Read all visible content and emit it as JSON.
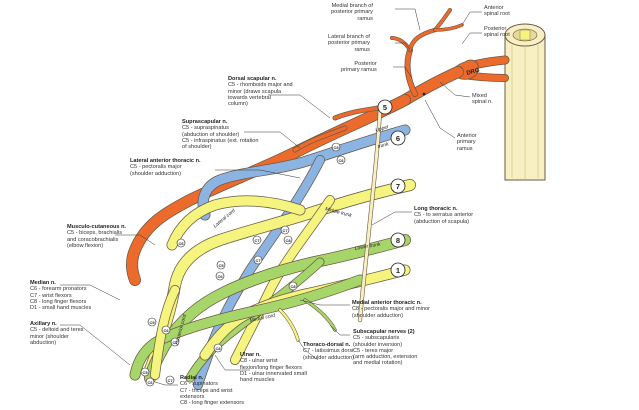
{
  "colors": {
    "orange": "#ec6a2c",
    "blue": "#8cb4e3",
    "yellow": "#f4f47e",
    "green": "#a6d66a",
    "cream": "#f8f0c3",
    "outline": "#6b5a45"
  },
  "trunks": {
    "upper": "Upper",
    "middle": "Middle trunk",
    "lower": "Lower trunk",
    "trunk": "trunk"
  },
  "cords": {
    "lateral": "Lateral cord",
    "medial": "Medial cord",
    "posterior": "Posterior cord"
  },
  "roots": [
    "5",
    "6",
    "7",
    "8",
    "1"
  ],
  "segments": [
    "C5",
    "C6",
    "C7",
    "C8",
    "C6",
    "C7",
    "C5",
    "C6",
    "C7",
    "C8",
    "C5",
    "C6",
    "C7",
    "C5",
    "C6",
    "C7",
    "C8"
  ],
  "drg": "DRG",
  "labels": {
    "medial_branch": {
      "title": "Medial branch of",
      "desc": [
        "posterior primary",
        "ramus"
      ]
    },
    "lateral_branch": {
      "title": "Lateral branch of",
      "desc": [
        "posterior primary",
        "ramus"
      ]
    },
    "posterior_ramus": {
      "title": "Posterior",
      "desc": [
        "primary ramus"
      ]
    },
    "anterior_root": {
      "title": "Anterior",
      "desc": [
        "spinal root"
      ]
    },
    "posterior_root": {
      "title": "Posterior",
      "desc": [
        "spinal root"
      ]
    },
    "mixed_nerve": {
      "title": "Mixed",
      "desc": [
        "spinal n."
      ]
    },
    "anterior_ramus": {
      "title": "Anterior",
      "desc": [
        "primary",
        "ramus"
      ]
    },
    "dorsal_scapular": {
      "title": "Dorsal scapular n.",
      "desc": [
        "C5 - rhomboids major and",
        "minor (draws scapula",
        "towards vertebral",
        "column)"
      ]
    },
    "suprascapular": {
      "title": "Suprascapular n.",
      "desc": [
        "C5 - supraspinatus",
        "(abduction of shoulder)",
        "C5 - infraspinatus (ext. rotation",
        "of shoulder)"
      ]
    },
    "lateral_thoracic": {
      "title": "Lateral anterior thoracic n.",
      "desc": [
        "C5 - pectoralis major",
        "(shoulder adduction)"
      ]
    },
    "long_thoracic": {
      "title": "Long thoracic n.",
      "desc": [
        "C5 - to serratus anterior",
        "(abduction of scapula)"
      ]
    },
    "musculo": {
      "title": "Musculo-cutaneous n.",
      "desc": [
        "C5 - biceps, brachialis",
        "and coracobrachialis",
        "(elbow flexion)"
      ]
    },
    "median": {
      "title": "Median n.",
      "desc": [
        "C6 - forearm pronators",
        "C7 - wrist flexors",
        "C8 - long finger flexors",
        "D1 - small hand muscles"
      ]
    },
    "axillary": {
      "title": "Axillary n.",
      "desc": [
        "C5 - deltoid and teres",
        "minor (shoulder",
        "abduction)"
      ]
    },
    "medial_thoracic": {
      "title": "Medial anterior thoracic n.",
      "desc": [
        "C8 - pectoralis major and minor",
        "(shoulder adduction)"
      ]
    },
    "subscapular": {
      "title": "Subscapular nerves (2)",
      "desc": [
        "C5 - subscapularis",
        "(shoulder inversion)",
        "C5 - teres major",
        "(arm adduction, extension",
        "and medial rotation)"
      ]
    },
    "thoracodorsal": {
      "title": "Thoraco-dorsal n.",
      "desc": [
        "C7 - latissimus dorsi",
        "(shoulder adduction)"
      ]
    },
    "ulnar": {
      "title": "Ulnar n.",
      "desc": [
        "C8 - ulnar wrist",
        "flexion/long finger flexors",
        "D1 - ulnar innervated small",
        "hand muscles"
      ]
    },
    "radial": {
      "title": "Radial n.",
      "desc": [
        "C6 - supinators",
        "C7 - triceps and wrist",
        "extensors",
        "C8 - long finger extensors"
      ]
    }
  }
}
